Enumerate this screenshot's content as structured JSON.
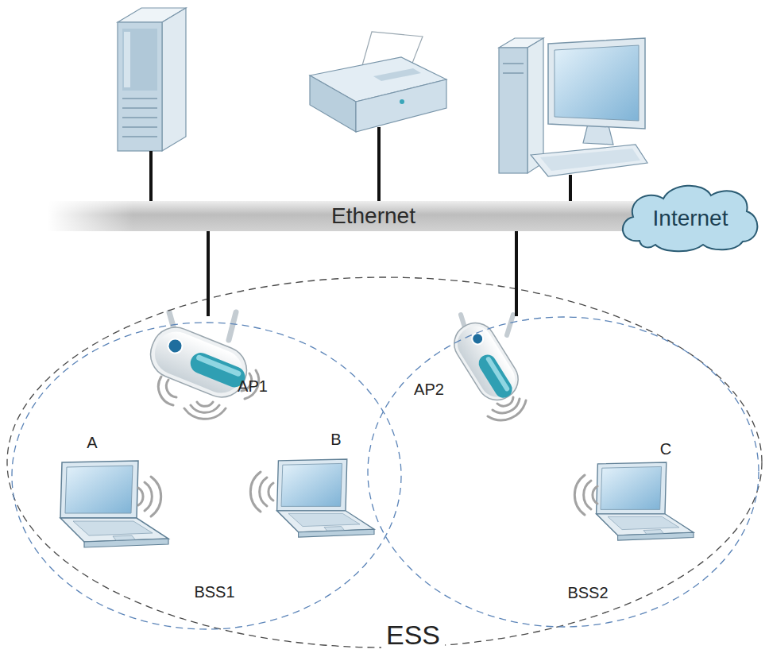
{
  "diagram": {
    "nodes": [
      {
        "text": [
          "Ethernet"
        ]
      },
      {
        "text": [
          "Internet"
        ]
      },
      {
        "text": [
          "ESS"
        ]
      },
      {
        "text": [
          "BSS1"
        ],
        "in": 2
      },
      {
        "text": [
          "AP1"
        ],
        "in": 3
      },
      {
        "text": [
          "A"
        ],
        "in": 3
      },
      {
        "text": [
          "B"
        ],
        "in": 3
      },
      {
        "text": [
          "BSS2"
        ],
        "in": 2
      },
      {
        "text": [
          "AP2"
        ],
        "in": 7
      },
      {
        "text": [
          "C"
        ],
        "in": 7
      }
    ],
    "edges": [
      {
        "from": 4,
        "to": 0,
        "arrow": "none"
      },
      {
        "from": 8,
        "to": 0,
        "arrow": "none"
      }
    ]
  }
}
